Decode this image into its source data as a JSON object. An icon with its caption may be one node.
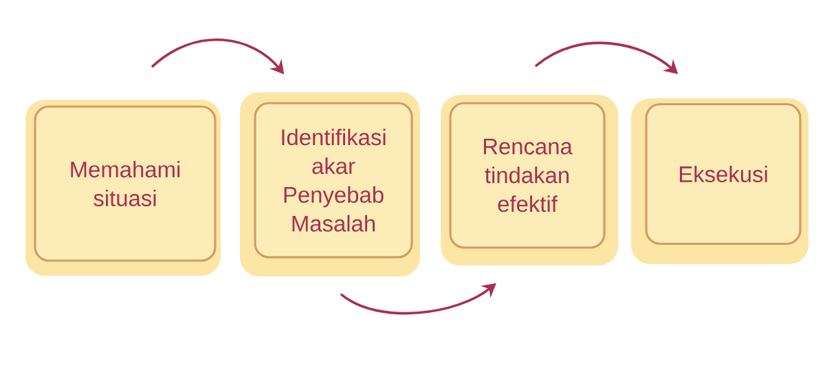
{
  "diagram": {
    "nodes": [
      {
        "text": [
          "Memahami situasi"
        ]
      },
      {
        "text": [
          "Identifikasi akar Penyebab Masalah"
        ]
      },
      {
        "text": [
          "Rencana tindakan efektif"
        ]
      },
      {
        "text": [
          "Eksekusi"
        ]
      }
    ],
    "edges": [
      {
        "from": 0,
        "to": 1,
        "arrow": "to"
      },
      {
        "from": 1,
        "to": 2,
        "arrow": "to"
      },
      {
        "from": 2,
        "to": 3,
        "arrow": "to"
      }
    ]
  }
}
